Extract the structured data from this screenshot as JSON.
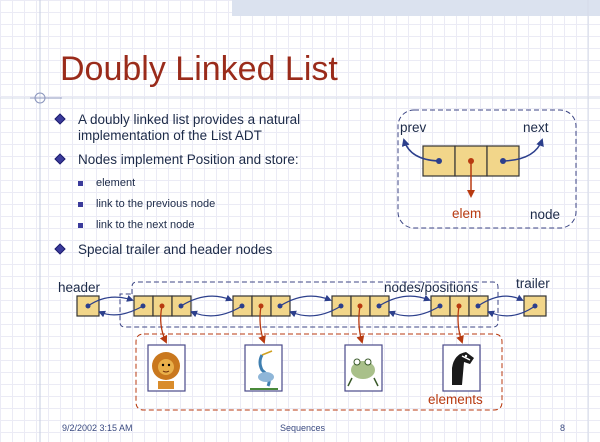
{
  "slide": {
    "title": "Doubly Linked List",
    "bullets": [
      {
        "text": "A doubly linked list provides a natural implementation of the List ADT"
      },
      {
        "text": "Nodes implement Position and store:"
      },
      {
        "text": "Special trailer and header nodes"
      }
    ],
    "sub_bullets": [
      "element",
      "link to the previous node",
      "link to the next node"
    ]
  },
  "node_diagram": {
    "prev_label": "prev",
    "next_label": "next",
    "elem_label": "elem",
    "node_label": "node"
  },
  "list_diagram": {
    "header_label": "header",
    "trailer_label": "trailer",
    "nodes_label": "nodes/positions",
    "elements_label": "elements",
    "element_icons": [
      "lion-icon",
      "heron-icon",
      "frog-icon",
      "horse-icon"
    ]
  },
  "footer": {
    "date": "9/2/2002 3:15 AM",
    "title": "Sequences",
    "page": "8"
  },
  "colors": {
    "title": "#9a2b1b",
    "node_fill": "#f2d68a",
    "accent_red": "#b83a10",
    "dashed_blue": "#3c4684"
  }
}
